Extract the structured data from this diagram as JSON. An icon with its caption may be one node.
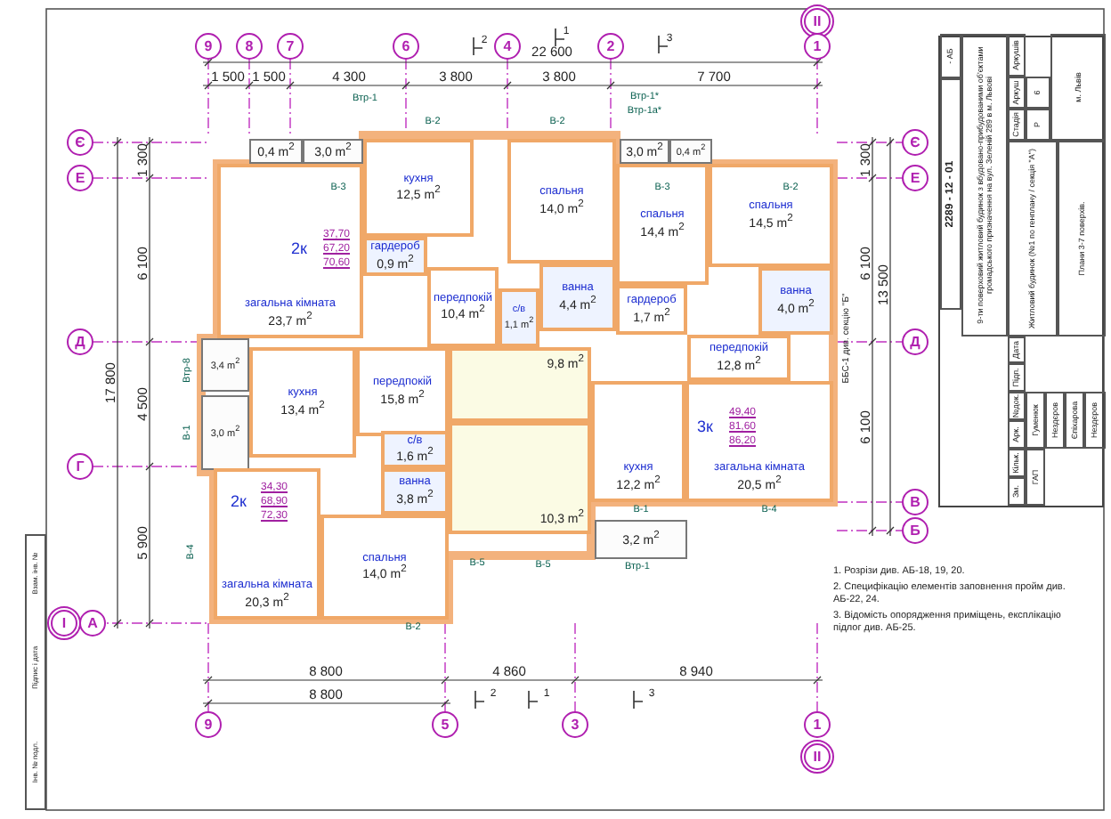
{
  "diagram": {
    "nodes": [
      {
        "text": [
          "загальна кімната",
          "23,7 m$^{2}$"
        ]
      },
      {
        "text": [
          "3,0 m$^{2}$"
        ]
      },
      {
        "text": [
          "0,4 m$^{2}$"
        ]
      },
      {
        "text": [
          "кухня",
          "12,5 m$^{2}$"
        ]
      },
      {
        "text": [
          "гардероб",
          "0,9 m$^{2}$"
        ]
      },
      {
        "text": [
          "передпокій",
          "10,4 m$^{2}$"
        ]
      },
      {
        "text": [
          "спальня",
          "14,0 m$^{2}$"
        ]
      },
      {
        "text": [
          "ванна",
          "4,4 m$^{2}$"
        ]
      },
      {
        "text": [
          "с/в",
          "1,1 m$^{2}$"
        ]
      },
      {
        "text": [
          "3,0 m$^{2}$"
        ]
      },
      {
        "text": [
          "0,4 m$^{2}$"
        ]
      },
      {
        "text": [
          "спальня",
          "14,4 m$^{2}$"
        ]
      },
      {
        "text": [
          "спальня",
          "14,5 m$^{2}$"
        ]
      },
      {
        "text": [
          "гардероб",
          "1,7 m$^{2}$"
        ]
      },
      {
        "text": [
          "ванна",
          "4,0 m$^{2}$"
        ]
      },
      {
        "text": [
          "передпокій",
          "12,8 m$^{2}$"
        ]
      },
      {
        "text": [
          "кухня",
          "12,2 m$^{2}$"
        ]
      },
      {
        "text": [
          "загальна кімната",
          "20,5 m$^{2}$"
        ]
      },
      {
        "text": [
          "9,8 m$^{2}$"
        ]
      },
      {
        "text": [
          "10,3 m$^{2}$"
        ]
      },
      {
        "text": [
          "3,2 m$^{2}$"
        ]
      },
      {
        "text": [
          "3,4 m$^{2}$"
        ]
      },
      {
        "text": [
          "3,0 m$^{2}$"
        ]
      },
      {
        "text": [
          "кухня",
          "13,4 m$^{2}$"
        ]
      },
      {
        "text": [
          "передпокій",
          "15,8 m$^{2}$"
        ]
      },
      {
        "text": [
          "с/в",
          "1,6 m$^{2}$"
        ]
      },
      {
        "text": [
          "ванна",
          "3,8 m$^{2}$"
        ]
      },
      {
        "text": [
          "загальна кімната",
          "20,3 m$^{2}$"
        ]
      },
      {
        "text": [
          "спальня",
          "14,0 m$^{2}$"
        ]
      }
    ],
    "labels": [
      "II",
      "1",
      "2",
      "3",
      "9",
      "8",
      "7",
      "6",
      "4",
      "22 600",
      "2",
      "1",
      "1 500",
      "1 500",
      "4 300",
      "3 800",
      "3 800",
      "7 700",
      "Втр-1",
      "Втр-1*",
      "Втр-1а*",
      "В-2",
      "В-2",
      "Є",
      "Є",
      "1 300",
      "1 300",
      "Е",
      "Е",
      "В-3",
      "В-3",
      "В-2",
      "6 100",
      "6 100",
      "2к",
      "37,70",
      "67,20",
      "70,60",
      "ББС-1 див. секцію \"Б\"",
      "Д",
      "Д",
      "17 800",
      "13 500",
      "Втр-8",
      "4 500",
      "6 100",
      "В-1",
      "Г",
      "3к",
      "49,40",
      "81,60",
      "86,20",
      "2к",
      "34,30",
      "68,90",
      "72,30",
      "В",
      "Б",
      "В-1",
      "В-4",
      "В-4",
      "5 900",
      "В-5",
      "В-5",
      "Втр-1",
      "В-2",
      "І",
      "А",
      "2",
      "1",
      "3",
      "8 800",
      "4 860",
      "8 940",
      "8 800",
      "9",
      "5",
      "3",
      "1",
      "II",
      "1. Розрізи див. АБ-18, 19, 20.",
      "2. Специфікацію елементів заповнення пройм див. АБ-22, 24.",
      "3. Відомість опорядження приміщень, експлікацію підлог див. АБ-25.",
      "2289 - 12 - 01",
      "- АБ",
      "9-ти поверховий житловий будинок з вбудовано-прибудованими об'єктами громадського призначення на вул. Зеленій 289 в м. Львові",
      "Житловий будинок (№1 по генплану / секція \"А\")",
      "Плани 3-7 поверхів.",
      "Стадія",
      "Аркуш",
      "Аркушів",
      "Р",
      "6",
      "м. Львів",
      "Зм.",
      "Кільк.",
      "Арк.",
      "№док.",
      "Підп.",
      "Дата",
      "ГАП",
      "Гуменюк",
      "Нездєров",
      "Єпіхарова",
      "Нездєров",
      "Взам. інв. №",
      "Підпис і дата",
      "Інв. № подл."
    ]
  }
}
